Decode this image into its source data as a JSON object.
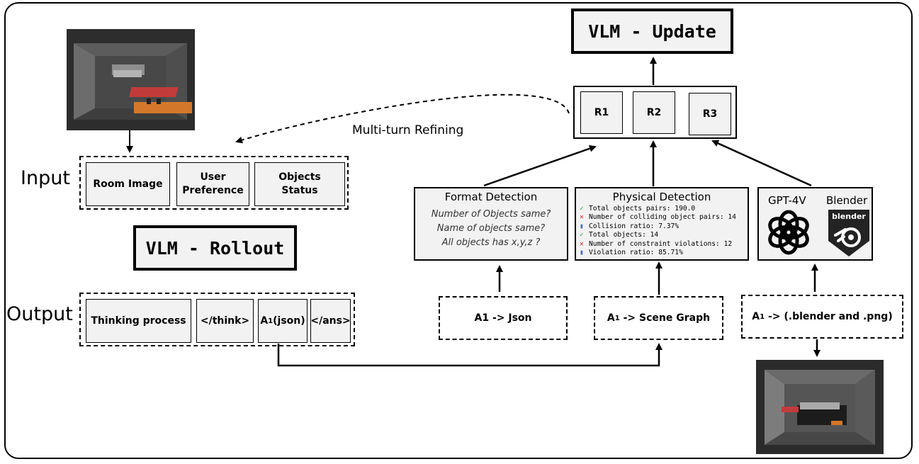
{
  "input": {
    "label": "Input",
    "items": [
      "Room Image",
      "User Preference",
      "Objects Status"
    ]
  },
  "rollout": {
    "title": "VLM - Rollout"
  },
  "output": {
    "label": "Output",
    "items": [
      "Thinking process",
      "</think>",
      "A1(json)",
      "</ans>"
    ],
    "a1_json_base": "A",
    "a1_json_sub": "1",
    "a1_json_suffix": "(json)"
  },
  "update": {
    "title": "VLM - Update"
  },
  "rewards": [
    "R1",
    "R2",
    "R3"
  ],
  "refine_label": "Multi-turn Refining",
  "format_detection": {
    "title": "Format Detection",
    "lines": [
      "Number of Objects same?",
      "Name of objects same?",
      "All objects has x,y,z ?"
    ]
  },
  "physical_detection": {
    "title": "Physical Detection",
    "rows": [
      {
        "mark": "✓",
        "status": "ok",
        "text": "Total objects pairs: 190.0"
      },
      {
        "mark": "✕",
        "status": "no",
        "text": "Number of colliding object pairs: 14"
      },
      {
        "mark": "▮",
        "status": "st",
        "text": "Collision ratio: 7.37%"
      },
      {
        "mark": "✓",
        "status": "ok",
        "text": "Total objects: 14"
      },
      {
        "mark": "✕",
        "status": "no",
        "text": "Number of constraint violations: 12"
      },
      {
        "mark": "▮",
        "status": "st",
        "text": "Violation ratio: 85.71%"
      }
    ]
  },
  "tools": {
    "gpt_label": "GPT-4V",
    "blender_label": "Blender",
    "blender_logo_text": "blender"
  },
  "conversions": {
    "json": "A1 -> Json",
    "scene_graph_base": "A",
    "scene_graph_sub": "1",
    "scene_graph_suffix": " -> Scene Graph",
    "blender_base": "A",
    "blender_sub": "1",
    "blender_suffix": " -> (.blender and .png)"
  },
  "icons": {
    "room_top": "room-render-image",
    "room_bottom": "room-render-image",
    "gpt": "openai-logo-icon",
    "blender": "blender-logo-icon"
  }
}
